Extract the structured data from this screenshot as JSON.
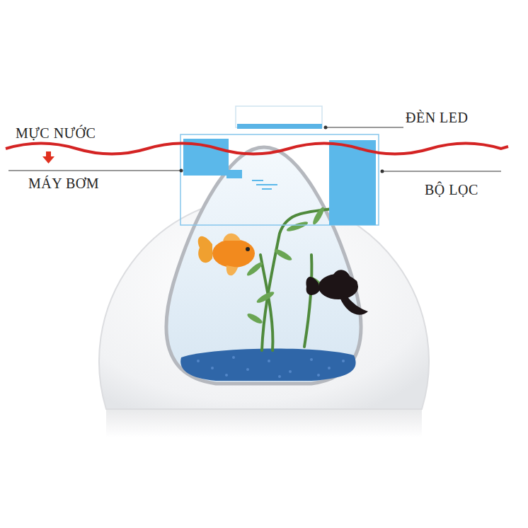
{
  "diagram": {
    "labels": [
      "ĐÈN LED",
      "MỰC NƯỚC",
      "MÁY BƠM",
      "BỘ LỌC"
    ]
  }
}
